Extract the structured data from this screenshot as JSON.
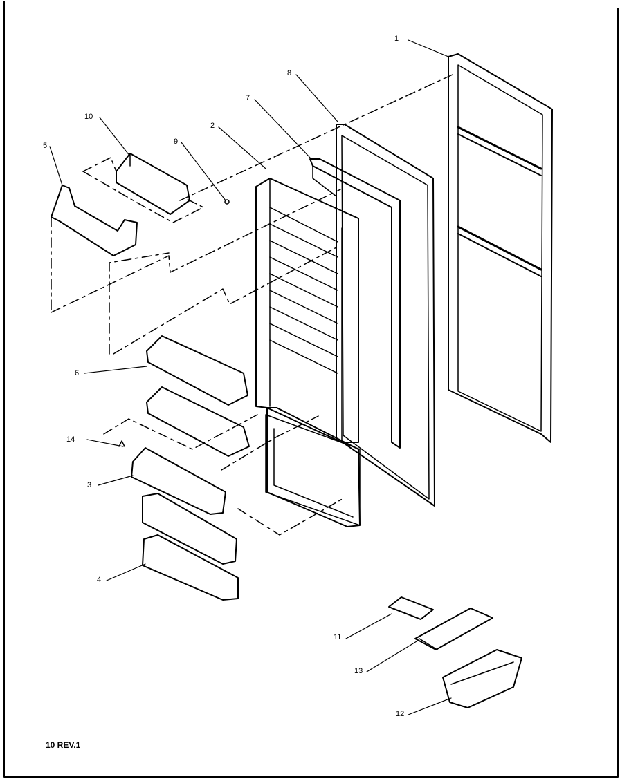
{
  "revision_label": "10 REV.1",
  "callouts": {
    "c1": "1",
    "c2": "2",
    "c3": "3",
    "c4": "4",
    "c5": "5",
    "c6": "6",
    "c7": "7",
    "c8": "8",
    "c9": "9",
    "c10": "10",
    "c11": "11",
    "c12": "12",
    "c13": "13",
    "c14": "14"
  },
  "colors": {
    "ink": "#000000",
    "paper": "#ffffff"
  }
}
